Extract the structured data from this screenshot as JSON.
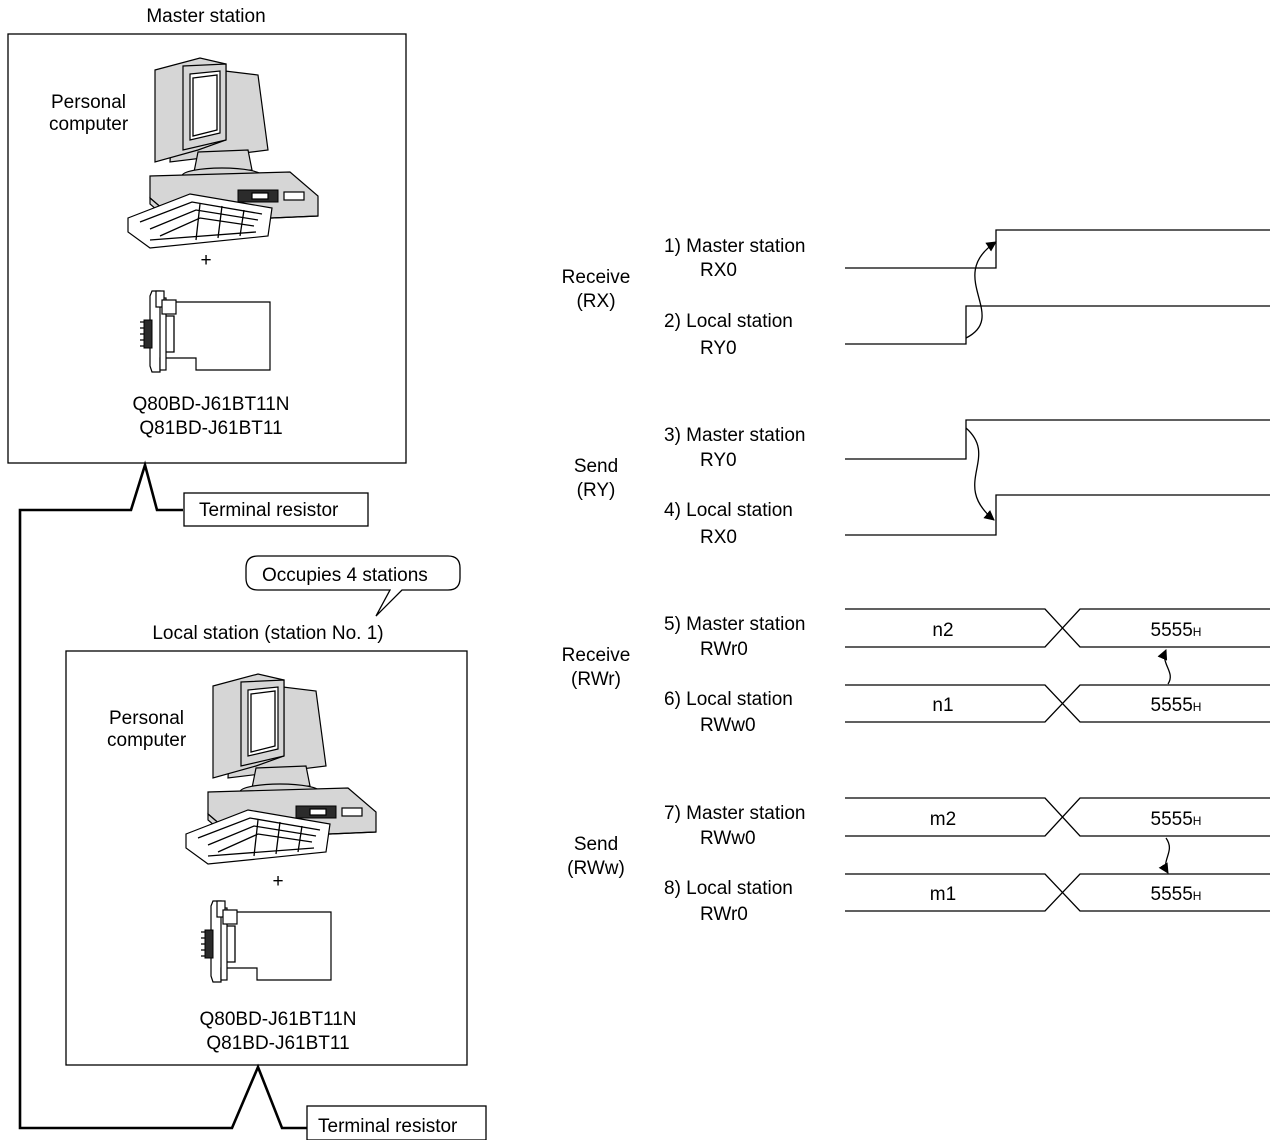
{
  "master": {
    "title": "Master station",
    "pc_label_1": "Personal",
    "pc_label_2": "computer",
    "plus": "+",
    "model_1": "Q80BD-J61BT11N",
    "model_2": "Q81BD-J61BT11"
  },
  "local": {
    "title": "Local station (station No. 1)",
    "pc_label_1": "Personal",
    "pc_label_2": "computer",
    "plus": "+",
    "model_1": "Q80BD-J61BT11N",
    "model_2": "Q81BD-J61BT11"
  },
  "terminal_resistor_top": "Terminal resistor",
  "terminal_resistor_bottom": "Terminal resistor",
  "occupies_callout": "Occupies 4 stations",
  "groups": [
    {
      "label_1": "Receive",
      "label_2": "(RX)"
    },
    {
      "label_1": "Send",
      "label_2": "(RY)"
    },
    {
      "label_1": "Receive",
      "label_2": "(RWr)"
    },
    {
      "label_1": "Send",
      "label_2": "(RWw)"
    }
  ],
  "signals": [
    {
      "line_1": "1) Master station",
      "line_2": "RX0"
    },
    {
      "line_1": "2) Local station",
      "line_2": "RY0"
    },
    {
      "line_1": "3) Master station",
      "line_2": "RY0"
    },
    {
      "line_1": "4) Local station",
      "line_2": "RX0"
    },
    {
      "line_1": "5) Master station",
      "line_2": "RWr0"
    },
    {
      "line_1": "6) Local station",
      "line_2": "RWw0"
    },
    {
      "line_1": "7) Master station",
      "line_2": "RWw0"
    },
    {
      "line_1": "8) Local station",
      "line_2": "RWr0"
    }
  ],
  "words": [
    {
      "before": "n2",
      "after": "5555",
      "suffix": "H"
    },
    {
      "before": "n1",
      "after": "5555",
      "suffix": "H"
    },
    {
      "before": "m2",
      "after": "5555",
      "suffix": "H"
    },
    {
      "before": "m1",
      "after": "5555",
      "suffix": "H"
    }
  ]
}
